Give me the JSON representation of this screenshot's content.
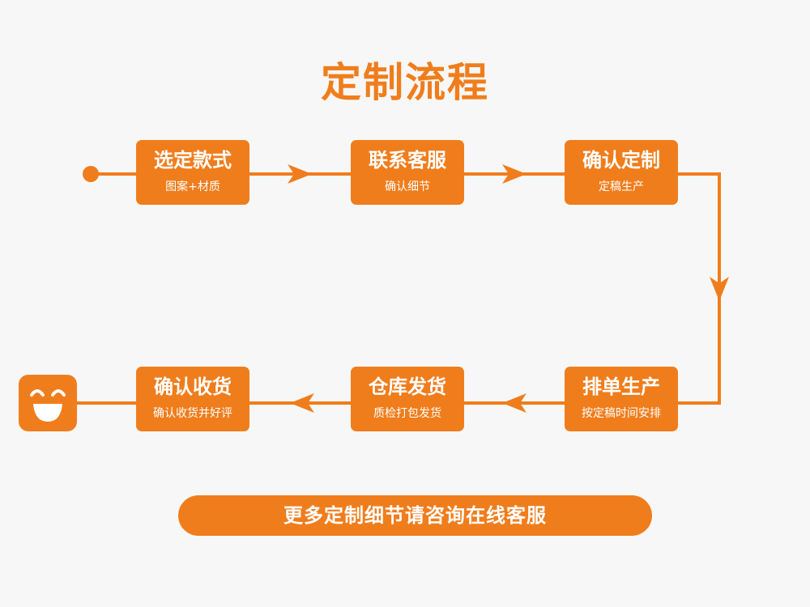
{
  "title": "定制流程",
  "steps": [
    {
      "main": "选定款式",
      "sub": "图案+材质"
    },
    {
      "main": "联系客服",
      "sub": "确认细节"
    },
    {
      "main": "确认定制",
      "sub": "定稿生产"
    },
    {
      "main": "排单生产",
      "sub": "按定稿时间安排"
    },
    {
      "main": "仓库发货",
      "sub": "质检打包发货"
    },
    {
      "main": "确认收货",
      "sub": "确认收货并好评"
    }
  ],
  "footer": {
    "label": "更多定制细节请咨询在线客服"
  },
  "colors": {
    "accent": "#f07d1c",
    "background": "#f7f7f7",
    "text_on_accent": "#ffffff"
  },
  "icons": {
    "start": "start-dot-icon",
    "end": "smiley-face-icon",
    "arrow": "arrow-icon"
  }
}
